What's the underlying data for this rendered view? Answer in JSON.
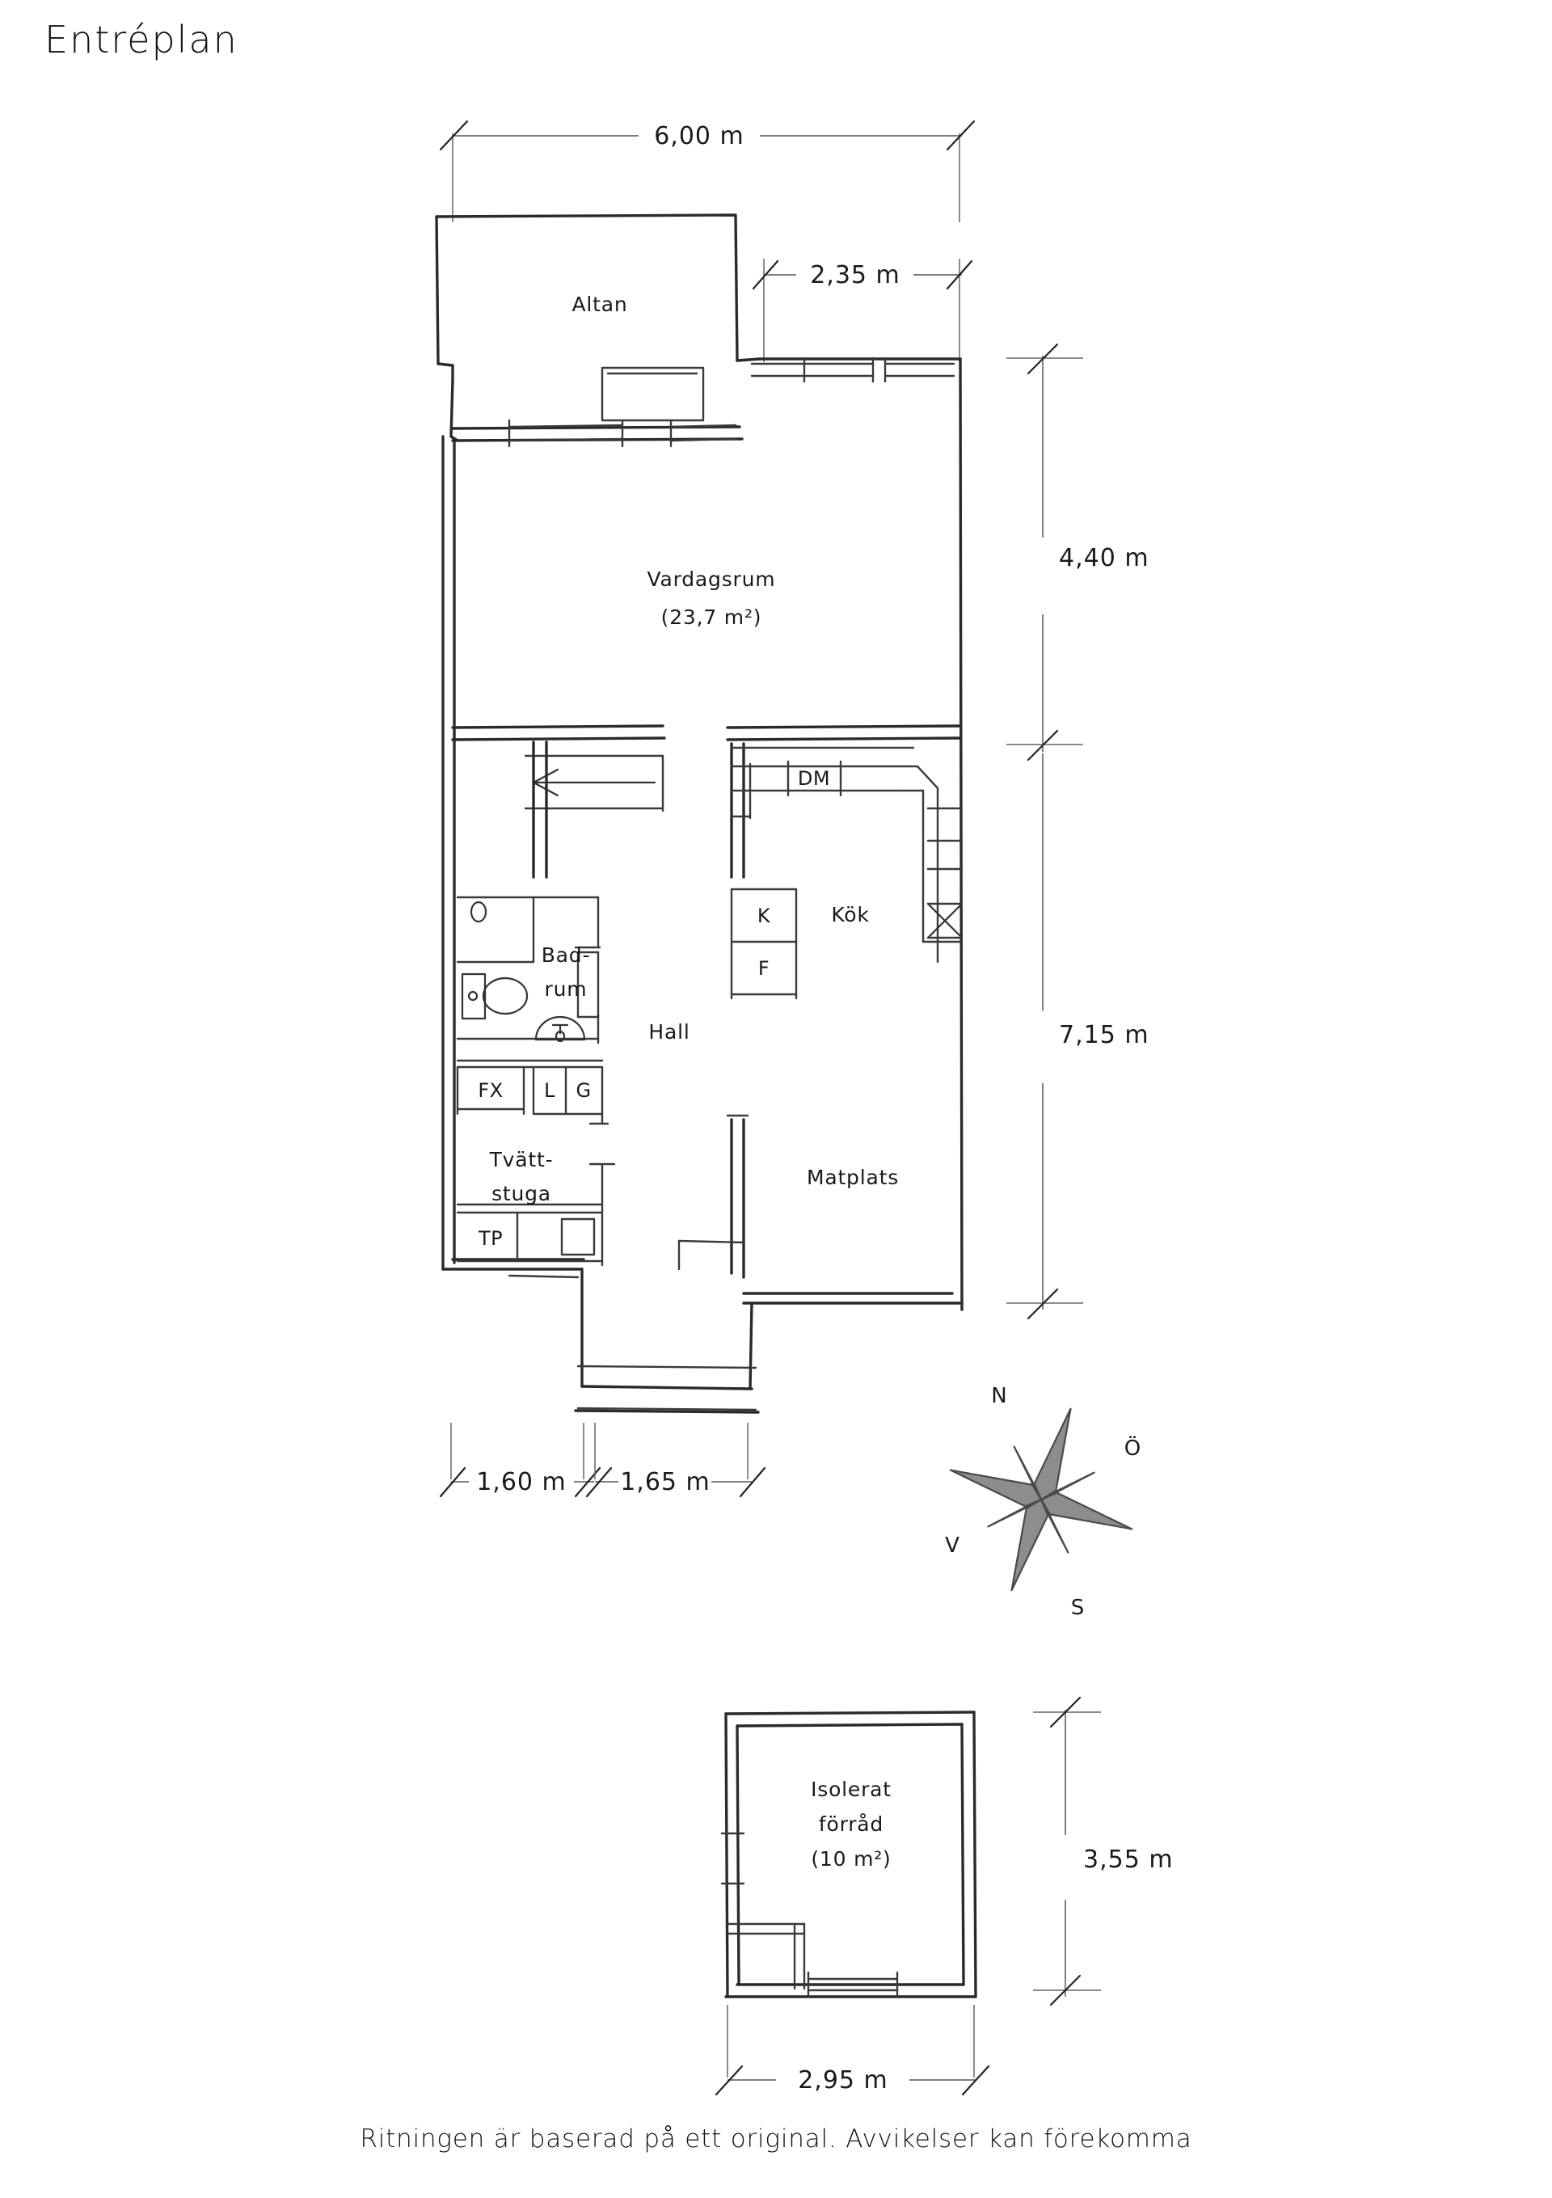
{
  "page": {
    "title": "Entréplan",
    "footer_note": "Ritningen är baserad på ett original. Avvikelser kan förekomma"
  },
  "main_plan": {
    "dimensions": {
      "top_overall": "6,00 m",
      "top_partial": "2,35 m",
      "right_upper": "4,40 m",
      "right_lower": "7,15 m",
      "bottom_left": "1,60 m",
      "bottom_right": "1,65 m"
    },
    "rooms": [
      {
        "id": "altan",
        "label": "Altan",
        "area": ""
      },
      {
        "id": "vardagsrum",
        "label": "Vardagsrum",
        "area": "(23,7 m²)"
      },
      {
        "id": "kok",
        "label": "Kök",
        "area": ""
      },
      {
        "id": "hall",
        "label": "Hall",
        "area": ""
      },
      {
        "id": "badrum_line1",
        "label": "Bad-",
        "area": ""
      },
      {
        "id": "badrum_line2",
        "label": "rum",
        "area": ""
      },
      {
        "id": "tvattstuga_line1",
        "label": "Tvätt-",
        "area": ""
      },
      {
        "id": "tvattstuga_line2",
        "label": "stuga",
        "area": ""
      },
      {
        "id": "matplats",
        "label": "Matplats",
        "area": ""
      }
    ],
    "appliances": [
      {
        "id": "dm",
        "label": "DM"
      },
      {
        "id": "k",
        "label": "K"
      },
      {
        "id": "f",
        "label": "F"
      },
      {
        "id": "fx",
        "label": "FX"
      },
      {
        "id": "l",
        "label": "L"
      },
      {
        "id": "g",
        "label": "G"
      },
      {
        "id": "tp",
        "label": "TP"
      }
    ]
  },
  "compass": {
    "north": "N",
    "east": "Ö",
    "south": "S",
    "west": "V"
  },
  "storage_plan": {
    "label_line1": "Isolerat",
    "label_line2": "förråd",
    "area": "(10 m²)",
    "dimensions": {
      "right": "3,55 m",
      "bottom": "2,95 m"
    }
  },
  "colors": {
    "ink": "#1a1a1a",
    "wall": "#2a2a2a",
    "dimension": "#555555",
    "paper": "#ffffff"
  }
}
